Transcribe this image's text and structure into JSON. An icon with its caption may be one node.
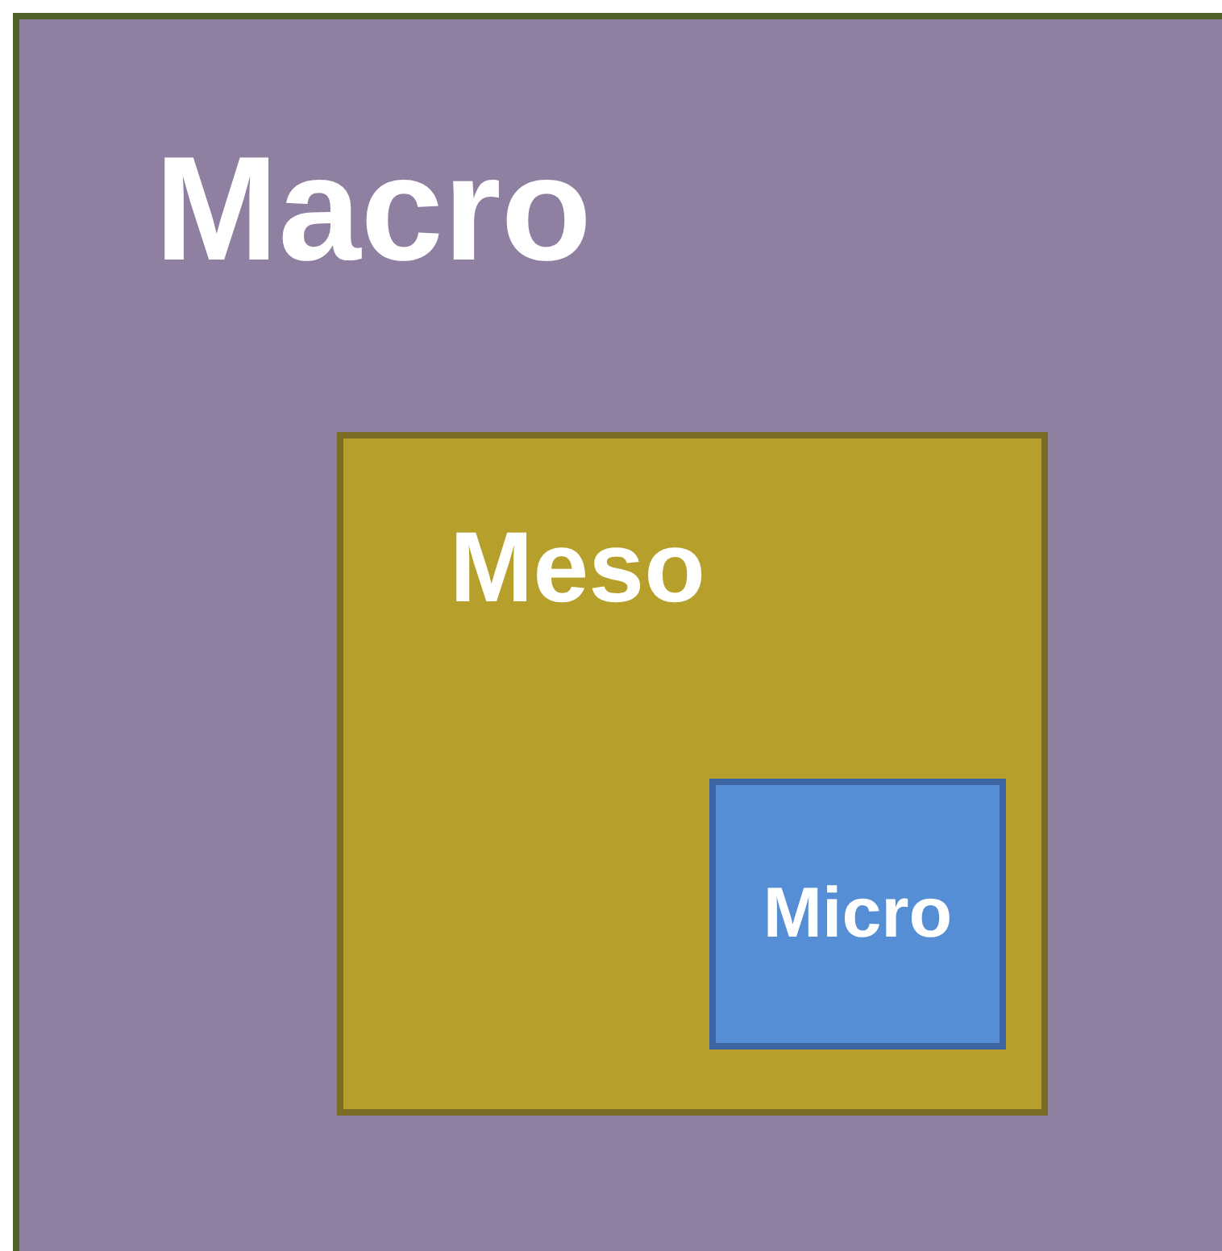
{
  "diagram": {
    "nodes": [
      {
        "text": [
          "Macro"
        ]
      },
      {
        "text": [
          "Meso"
        ],
        "in": 0
      },
      {
        "text": [
          "Micro"
        ],
        "in": 1
      }
    ]
  }
}
